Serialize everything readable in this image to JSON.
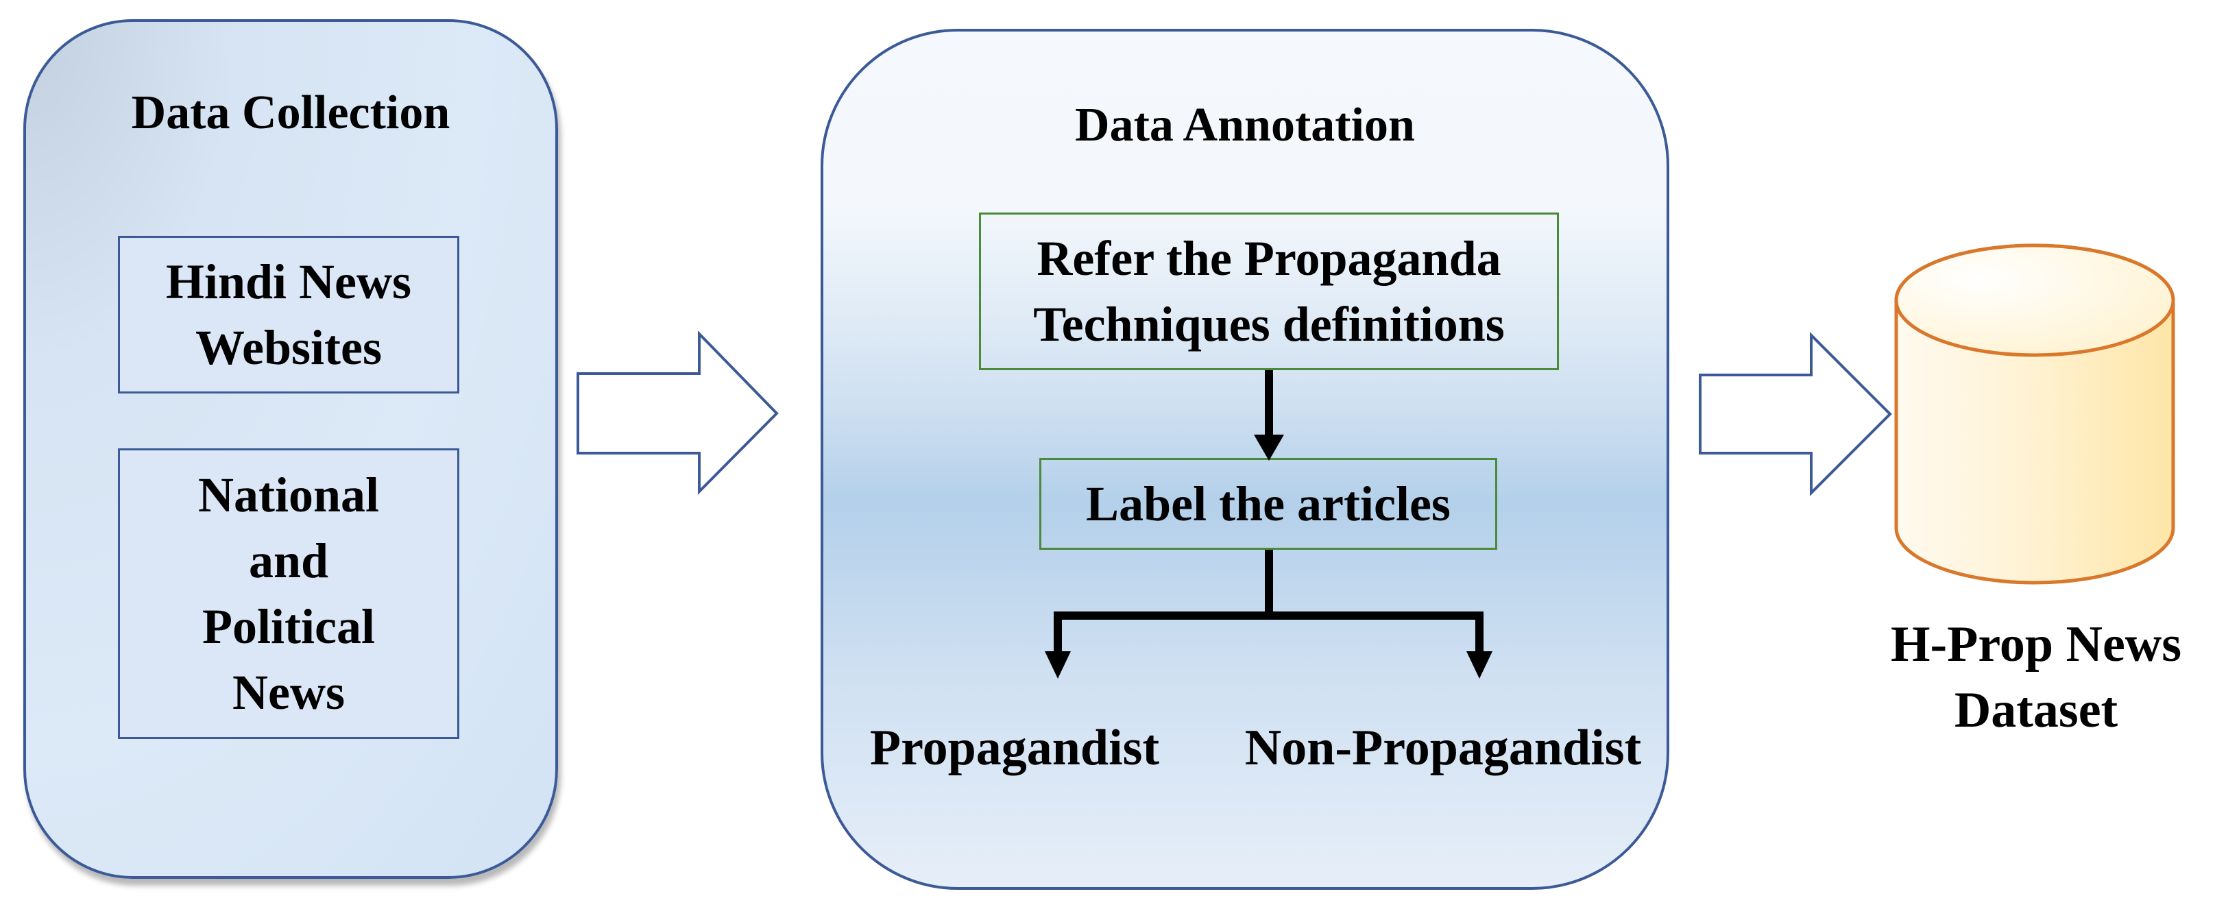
{
  "collection": {
    "title": "Data Collection",
    "sources": [
      {
        "lines": [
          "Hindi News",
          "Websites"
        ]
      },
      {
        "lines": [
          "National",
          "and",
          "Political",
          "News"
        ]
      }
    ]
  },
  "annotation": {
    "title": "Data Annotation",
    "step1_lines": [
      "Refer the Propaganda",
      "Techniques definitions"
    ],
    "step2": "Label the articles",
    "outcomes": [
      "Propagandist",
      "Non-Propagandist"
    ]
  },
  "dataset": {
    "lines": [
      "H-Prop News",
      "Dataset"
    ]
  },
  "colors": {
    "panel_border": "#3b5a97",
    "box_green": "#4a8a38",
    "cylinder_border": "#d9772a",
    "arrow_border": "#3b5a97"
  }
}
